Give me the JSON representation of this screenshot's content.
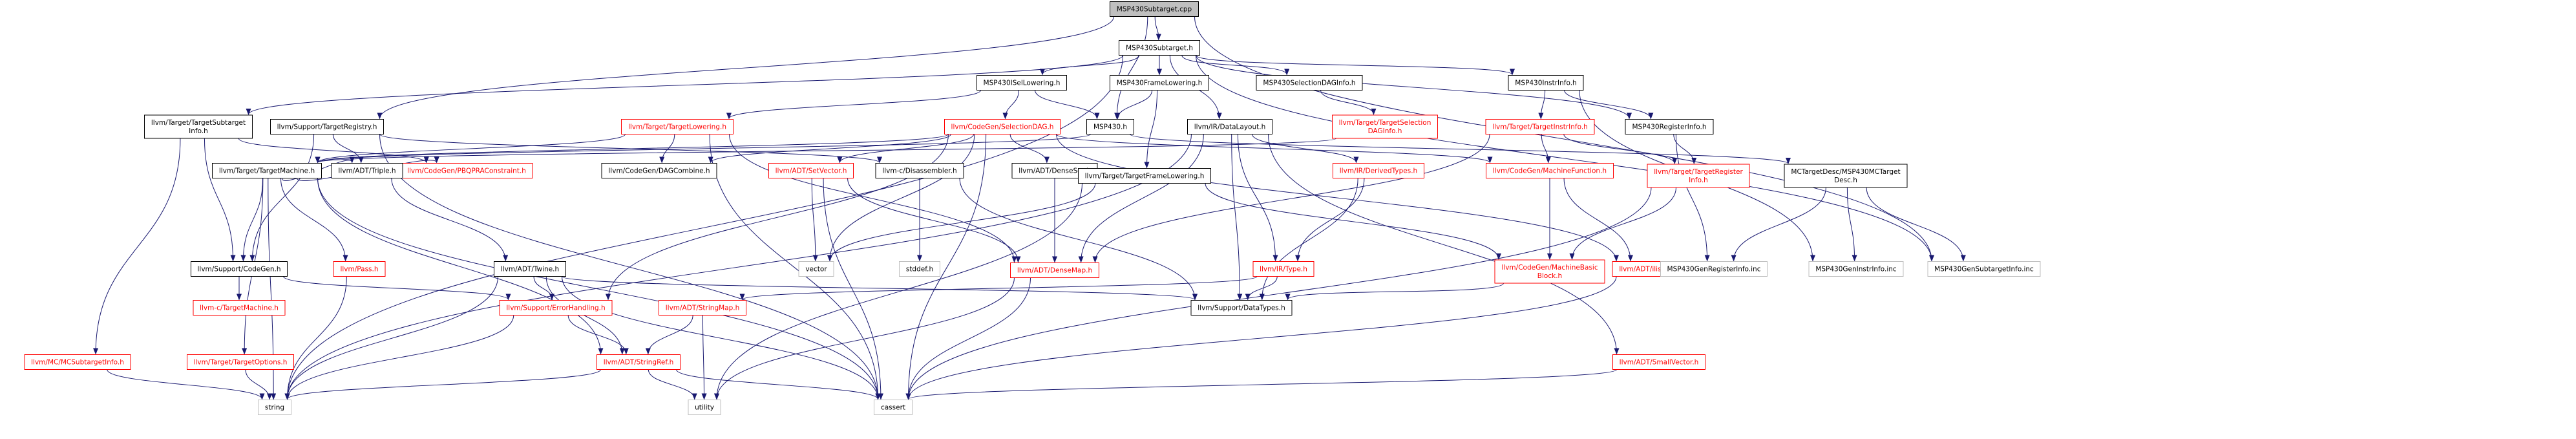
{
  "diagram": {
    "colors": {
      "root_fill": "#bfbfbf",
      "normal_fill": "#ffffff",
      "normal_stroke": "#000000",
      "missing_stroke": "#ff0000",
      "missing_text": "#ff0000",
      "external_stroke": "#bfbfbf",
      "edge": "#191970",
      "text": "#000000"
    },
    "nodes": [
      {
        "id": "root",
        "label": [
          "MSP430Subtarget.cpp"
        ],
        "kind": "root"
      },
      {
        "id": "subh",
        "label": [
          "MSP430Subtarget.h"
        ],
        "kind": "normal"
      },
      {
        "id": "isel",
        "label": [
          "MSP430ISelLowering.h"
        ],
        "kind": "normal"
      },
      {
        "id": "frame",
        "label": [
          "MSP430FrameLowering.h"
        ],
        "kind": "normal"
      },
      {
        "id": "seldag",
        "label": [
          "MSP430SelectionDAGInfo.h"
        ],
        "kind": "normal"
      },
      {
        "id": "instr",
        "label": [
          "MSP430InstrInfo.h"
        ],
        "kind": "normal"
      },
      {
        "id": "tsubinfo",
        "label": [
          "llvm/Target/TargetSubtarget",
          "Info.h"
        ],
        "kind": "normal"
      },
      {
        "id": "treg",
        "label": [
          "llvm/Support/TargetRegistry.h"
        ],
        "kind": "normal"
      },
      {
        "id": "tlow",
        "label": [
          "llvm/Target/TargetLowering.h"
        ],
        "kind": "missing"
      },
      {
        "id": "cgseldag",
        "label": [
          "llvm/CodeGen/SelectionDAG.h"
        ],
        "kind": "missing"
      },
      {
        "id": "msp430h",
        "label": [
          "MSP430.h"
        ],
        "kind": "normal"
      },
      {
        "id": "datalayout",
        "label": [
          "llvm/IR/DataLayout.h"
        ],
        "kind": "normal"
      },
      {
        "id": "tseldag",
        "label": [
          "llvm/Target/TargetSelection",
          "DAGInfo.h"
        ],
        "kind": "missing"
      },
      {
        "id": "tinstr",
        "label": [
          "llvm/Target/TargetInstrInfo.h"
        ],
        "kind": "missing"
      },
      {
        "id": "reginfo",
        "label": [
          "MSP430RegisterInfo.h"
        ],
        "kind": "normal"
      },
      {
        "id": "tmach",
        "label": [
          "llvm/Target/TargetMachine.h"
        ],
        "kind": "normal"
      },
      {
        "id": "pbqp",
        "label": [
          "llvm/CodeGen/PBQPRAConstraint.h"
        ],
        "kind": "missing"
      },
      {
        "id": "triple",
        "label": [
          "llvm/ADT/Triple.h"
        ],
        "kind": "normal"
      },
      {
        "id": "dagcomb",
        "label": [
          "llvm/CodeGen/DAGCombine.h"
        ],
        "kind": "normal"
      },
      {
        "id": "setvec",
        "label": [
          "llvm/ADT/SetVector.h"
        ],
        "kind": "missing"
      },
      {
        "id": "disasm",
        "label": [
          "llvm-c/Disassembler.h"
        ],
        "kind": "normal"
      },
      {
        "id": "denseset",
        "label": [
          "llvm/ADT/DenseSet.h"
        ],
        "kind": "normal"
      },
      {
        "id": "tframe",
        "label": [
          "llvm/Target/TargetFrameLowering.h"
        ],
        "kind": "normal"
      },
      {
        "id": "dtypes",
        "label": [
          "llvm/IR/DerivedTypes.h"
        ],
        "kind": "missing"
      },
      {
        "id": "mfunc",
        "label": [
          "llvm/CodeGen/MachineFunction.h"
        ],
        "kind": "missing"
      },
      {
        "id": "treginfo",
        "label": [
          "llvm/Target/TargetRegister",
          "Info.h"
        ],
        "kind": "missing"
      },
      {
        "id": "mctdesc",
        "label": [
          "MCTargetDesc/MSP430MCTarget",
          "Desc.h"
        ],
        "kind": "normal"
      },
      {
        "id": "supcg",
        "label": [
          "llvm/Support/CodeGen.h"
        ],
        "kind": "normal"
      },
      {
        "id": "pass",
        "label": [
          "llvm/Pass.h"
        ],
        "kind": "missing"
      },
      {
        "id": "twine",
        "label": [
          "llvm/ADT/Twine.h"
        ],
        "kind": "normal"
      },
      {
        "id": "vector",
        "label": [
          "vector"
        ],
        "kind": "external"
      },
      {
        "id": "stddef",
        "label": [
          "stddef.h"
        ],
        "kind": "external"
      },
      {
        "id": "densemap",
        "label": [
          "llvm/ADT/DenseMap.h"
        ],
        "kind": "missing"
      },
      {
        "id": "irtype",
        "label": [
          "llvm/IR/Type.h"
        ],
        "kind": "missing"
      },
      {
        "id": "mbb",
        "label": [
          "llvm/CodeGen/MachineBasic",
          "Block.h"
        ],
        "kind": "missing"
      },
      {
        "id": "ilist",
        "label": [
          "llvm/ADT/ilist.h"
        ],
        "kind": "missing"
      },
      {
        "id": "genreg",
        "label": [
          "MSP430GenRegisterInfo.inc"
        ],
        "kind": "external"
      },
      {
        "id": "geninstr",
        "label": [
          "MSP430GenInstrInfo.inc"
        ],
        "kind": "external"
      },
      {
        "id": "gensub",
        "label": [
          "MSP430GenSubtargetInfo.inc"
        ],
        "kind": "external"
      },
      {
        "id": "ctm",
        "label": [
          "llvm-c/TargetMachine.h"
        ],
        "kind": "missing"
      },
      {
        "id": "errh",
        "label": [
          "llvm/Support/ErrorHandling.h"
        ],
        "kind": "missing"
      },
      {
        "id": "strmap",
        "label": [
          "llvm/ADT/StringMap.h"
        ],
        "kind": "missing"
      },
      {
        "id": "dtypesup",
        "label": [
          "llvm/Support/DataTypes.h"
        ],
        "kind": "normal"
      },
      {
        "id": "mcsub",
        "label": [
          "llvm/MC/MCSubtargetInfo.h"
        ],
        "kind": "missing"
      },
      {
        "id": "topts",
        "label": [
          "llvm/Target/TargetOptions.h"
        ],
        "kind": "missing"
      },
      {
        "id": "strref",
        "label": [
          "llvm/ADT/StringRef.h"
        ],
        "kind": "missing"
      },
      {
        "id": "smallvec",
        "label": [
          "llvm/ADT/SmallVector.h"
        ],
        "kind": "missing"
      },
      {
        "id": "string",
        "label": [
          "string"
        ],
        "kind": "external"
      },
      {
        "id": "utility",
        "label": [
          "utility"
        ],
        "kind": "external"
      },
      {
        "id": "cassert",
        "label": [
          "cassert"
        ],
        "kind": "external"
      }
    ],
    "edges": [
      [
        "root",
        "subh"
      ],
      [
        "root",
        "treg"
      ],
      [
        "root",
        "msp430h"
      ],
      [
        "root",
        "gensub"
      ],
      [
        "subh",
        "isel"
      ],
      [
        "subh",
        "frame"
      ],
      [
        "subh",
        "seldag"
      ],
      [
        "subh",
        "instr"
      ],
      [
        "subh",
        "tsubinfo"
      ],
      [
        "subh",
        "datalayout"
      ],
      [
        "subh",
        "reginfo"
      ],
      [
        "subh",
        "gensub"
      ],
      [
        "subh",
        "string"
      ],
      [
        "isel",
        "tlow"
      ],
      [
        "isel",
        "cgseldag"
      ],
      [
        "isel",
        "msp430h"
      ],
      [
        "frame",
        "msp430h"
      ],
      [
        "frame",
        "tframe"
      ],
      [
        "seldag",
        "tseldag"
      ],
      [
        "instr",
        "tinstr"
      ],
      [
        "instr",
        "reginfo"
      ],
      [
        "instr",
        "geninstr"
      ],
      [
        "tsubinfo",
        "mcsub"
      ],
      [
        "tsubinfo",
        "supcg"
      ],
      [
        "tsubinfo",
        "pbqp"
      ],
      [
        "treg",
        "triple"
      ],
      [
        "treg",
        "disasm"
      ],
      [
        "treg",
        "supcg"
      ],
      [
        "treg",
        "cassert"
      ],
      [
        "tlow",
        "tmach"
      ],
      [
        "tlow",
        "dagcomb"
      ],
      [
        "tlow",
        "densemap"
      ],
      [
        "tlow",
        "cassert"
      ],
      [
        "cgseldag",
        "dagcomb"
      ],
      [
        "cgseldag",
        "setvec"
      ],
      [
        "cgseldag",
        "denseset"
      ],
      [
        "cgseldag",
        "mfunc"
      ],
      [
        "cgseldag",
        "tmach"
      ],
      [
        "cgseldag",
        "ilist"
      ],
      [
        "cgseldag",
        "vector"
      ],
      [
        "cgseldag",
        "cassert"
      ],
      [
        "cgseldag",
        "errh"
      ],
      [
        "msp430h",
        "tmach"
      ],
      [
        "msp430h",
        "mctdesc"
      ],
      [
        "datalayout",
        "dtypes"
      ],
      [
        "datalayout",
        "irtype"
      ],
      [
        "datalayout",
        "densemap"
      ],
      [
        "datalayout",
        "dtypesup"
      ],
      [
        "datalayout",
        "smallvec"
      ],
      [
        "datalayout",
        "string"
      ],
      [
        "tseldag",
        "tmach"
      ],
      [
        "tinstr",
        "mfunc"
      ],
      [
        "tinstr",
        "treginfo"
      ],
      [
        "tinstr",
        "densemap"
      ],
      [
        "reginfo",
        "treginfo"
      ],
      [
        "reginfo",
        "genreg"
      ],
      [
        "tmach",
        "pbqp"
      ],
      [
        "tmach",
        "triple"
      ],
      [
        "tmach",
        "pass"
      ],
      [
        "tmach",
        "supcg"
      ],
      [
        "tmach",
        "topts"
      ],
      [
        "tmach",
        "strref"
      ],
      [
        "tmach",
        "string"
      ],
      [
        "tmach",
        "cassert"
      ],
      [
        "triple",
        "twine"
      ],
      [
        "setvec",
        "densemap"
      ],
      [
        "setvec",
        "vector"
      ],
      [
        "setvec",
        "cassert"
      ],
      [
        "disasm",
        "stddef"
      ],
      [
        "disasm",
        "dtypesup"
      ],
      [
        "denseset",
        "densemap"
      ],
      [
        "tframe",
        "mbb"
      ],
      [
        "tframe",
        "vector"
      ],
      [
        "tframe",
        "utility"
      ],
      [
        "dtypes",
        "irtype"
      ],
      [
        "dtypes",
        "dtypesup"
      ],
      [
        "mfunc",
        "mbb"
      ],
      [
        "mfunc",
        "ilist"
      ],
      [
        "treginfo",
        "mbb"
      ],
      [
        "treginfo",
        "cassert"
      ],
      [
        "mctdesc",
        "genreg"
      ],
      [
        "mctdesc",
        "geninstr"
      ],
      [
        "mctdesc",
        "gensub"
      ],
      [
        "supcg",
        "ctm"
      ],
      [
        "supcg",
        "errh"
      ],
      [
        "pass",
        "string"
      ],
      [
        "twine",
        "strref"
      ],
      [
        "twine",
        "errh"
      ],
      [
        "twine",
        "dtypesup"
      ],
      [
        "twine",
        "string"
      ],
      [
        "twine",
        "cassert"
      ],
      [
        "densemap",
        "utility"
      ],
      [
        "densemap",
        "cassert"
      ],
      [
        "irtype",
        "strmap"
      ],
      [
        "irtype",
        "dtypesup"
      ],
      [
        "mbb",
        "dtypesup"
      ],
      [
        "ilist",
        "cassert"
      ],
      [
        "errh",
        "strref"
      ],
      [
        "errh",
        "string"
      ],
      [
        "strmap",
        "strref"
      ],
      [
        "strmap",
        "utility"
      ],
      [
        "mcsub",
        "string"
      ],
      [
        "topts",
        "string"
      ],
      [
        "strref",
        "string"
      ],
      [
        "strref",
        "utility"
      ],
      [
        "strref",
        "cassert"
      ],
      [
        "smallvec",
        "cassert"
      ]
    ]
  }
}
